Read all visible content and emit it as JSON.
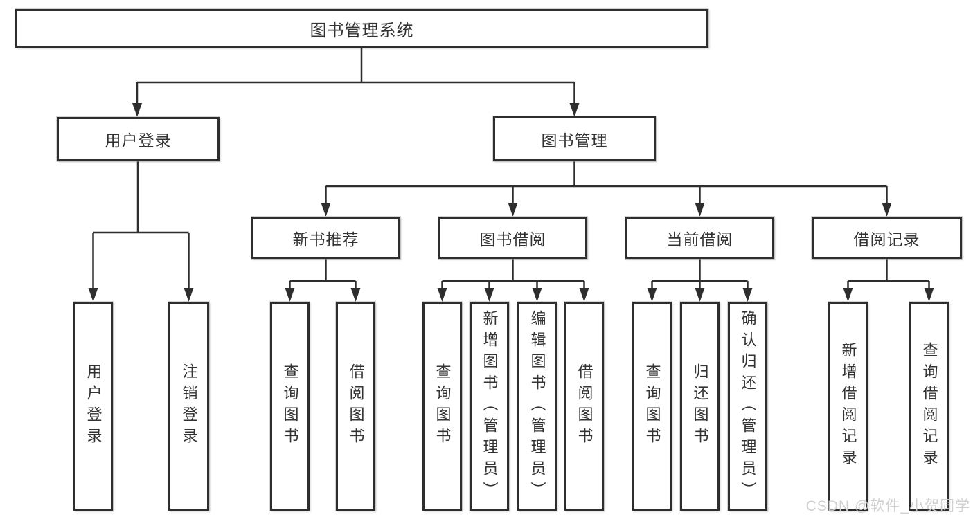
{
  "diagram": {
    "title": "图书管理系统",
    "watermark": "CSDN @软件_小贺同学",
    "colors": {
      "background": "#ffffff",
      "box_fill": "#ffffff",
      "box_border": "#2e2e2e",
      "line": "#2e2e2e",
      "text": "#333333",
      "watermark": "#cecece"
    },
    "nodes": {
      "root": "图书管理系统",
      "user_login": "用户登录",
      "book_mgmt": "图书管理",
      "new_book_rec": "新书推荐",
      "book_borrow": "图书借阅",
      "current_borrow": "当前借阅",
      "borrow_records": "借阅记录",
      "ul_user_login": "用户登录",
      "ul_logout": "注销登录",
      "nbr_query_books": "查询图书",
      "nbr_borrow_books": "借阅图书",
      "bb_query_books": "查询图书",
      "bb_add_books": "新增图书（管理员）",
      "bb_edit_books": "编辑图书（管理员）",
      "bb_borrow_books": "借阅图书",
      "cb_query_books": "查询图书",
      "cb_return_books": "归还图书",
      "cb_confirm_return": "确认归还（管理员）",
      "br_add_record": "新增借阅记录",
      "br_query_record": "查询借阅记录"
    },
    "hierarchy": {
      "图书管理系统": {
        "用户登录": [
          "用户登录",
          "注销登录"
        ],
        "图书管理": {
          "新书推荐": [
            "查询图书",
            "借阅图书"
          ],
          "图书借阅": [
            "查询图书",
            "新增图书（管理员）",
            "编辑图书（管理员）",
            "借阅图书"
          ],
          "当前借阅": [
            "查询图书",
            "归还图书",
            "确认归还（管理员）"
          ],
          "借阅记录": [
            "新增借阅记录",
            "查询借阅记录"
          ]
        }
      }
    }
  }
}
